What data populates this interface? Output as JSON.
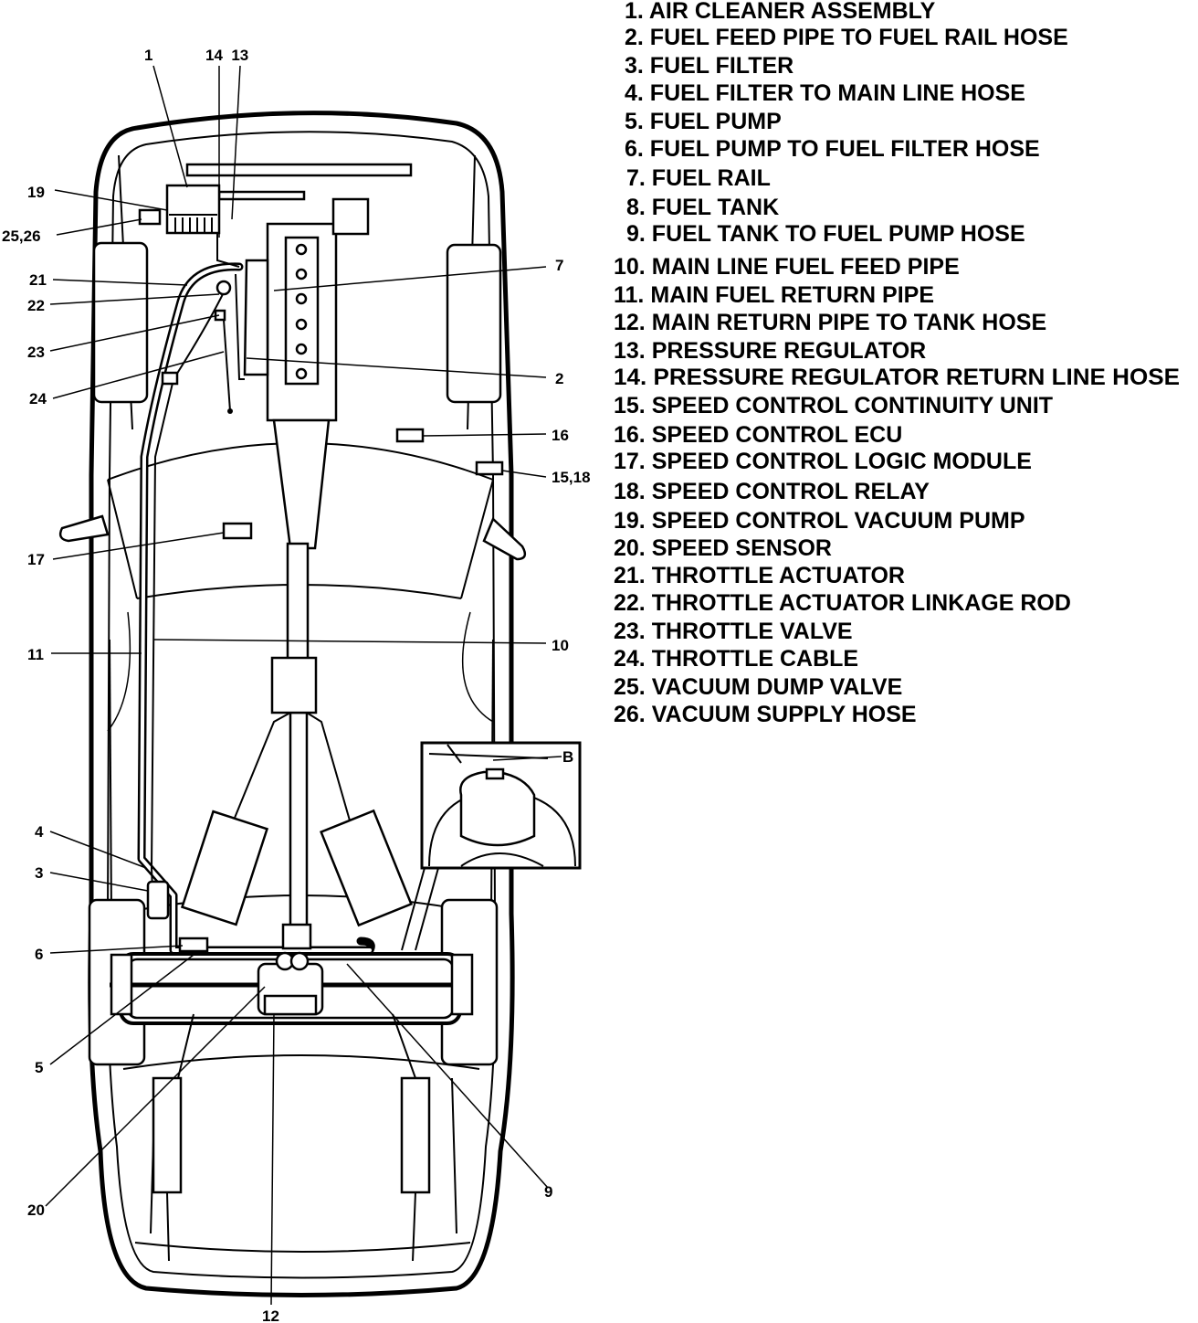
{
  "callouts": {
    "c1": "1",
    "c14_13": "14  13",
    "c19": "19",
    "c25_26": "25,26",
    "c21": "21",
    "c22": "22",
    "c23": "23",
    "c24": "24",
    "c7": "7",
    "c2": "2",
    "c16": "16",
    "c15_18": "15,18",
    "c17": "17",
    "c11": "11",
    "c10": "10",
    "c4": "4",
    "c3": "3",
    "c6": "6",
    "c5": "5",
    "c20": "20",
    "c12": "12",
    "c9": "9",
    "cB": "B"
  },
  "legend": [
    "1. AIR CLEANER ASSEMBLY",
    "2. FUEL FEED PIPE TO FUEL RAIL HOSE",
    "3. FUEL FILTER",
    "4. FUEL FILTER TO MAIN LINE HOSE",
    "5. FUEL PUMP",
    "6. FUEL PUMP TO FUEL FILTER HOSE",
    "7. FUEL RAIL",
    "8. FUEL TANK",
    "9. FUEL TANK TO FUEL PUMP HOSE",
    "10. MAIN LINE FUEL FEED PIPE",
    "11. MAIN FUEL RETURN PIPE",
    "12. MAIN RETURN PIPE TO TANK HOSE",
    "13. PRESSURE REGULATOR",
    "14. PRESSURE REGULATOR RETURN LINE HOSE",
    "15. SPEED CONTROL CONTINUITY UNIT",
    "16. SPEED CONTROL ECU",
    "17. SPEED CONTROL LOGIC MODULE",
    "18. SPEED CONTROL RELAY",
    "19. SPEED CONTROL VACUUM PUMP",
    "20. SPEED SENSOR",
    "21. THROTTLE ACTUATOR",
    "22. THROTTLE ACTUATOR LINKAGE ROD",
    "23. THROTTLE VALVE",
    "24. THROTTLE CABLE",
    "25. VACUUM DUMP VALVE",
    "26. VACUUM SUPPLY HOSE"
  ]
}
